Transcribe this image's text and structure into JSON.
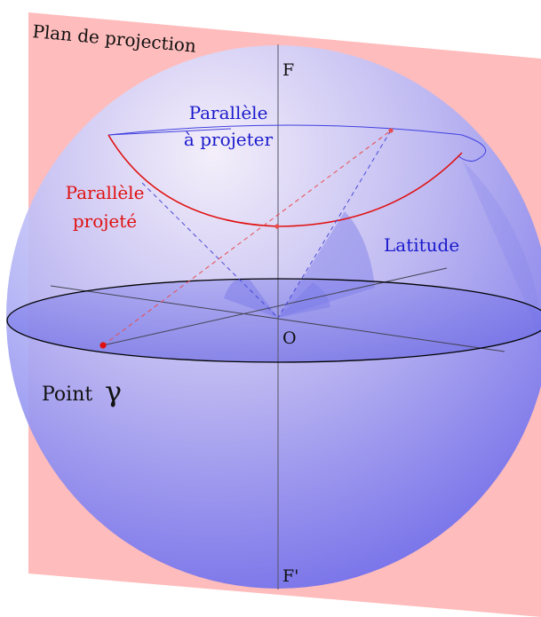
{
  "labels": {
    "plane": "Plan de projection",
    "north": "F",
    "south": "F'",
    "center": "O",
    "parallel_to_project": [
      "Parallèle",
      "à projeter"
    ],
    "projected_parallel": [
      "Parallèle",
      "projeté"
    ],
    "latitude": "Latitude",
    "point_text": "Point",
    "point_symbol": "γ"
  },
  "colors": {
    "plane_fill": "#ffbcbc",
    "sphere_light": "#e8e8ff",
    "sphere_dark": "#6f6fee",
    "equator": "#000000",
    "blue_text": "#1a1acc",
    "red_text": "#e01010",
    "projected_curve": "#e01010",
    "projection_lines": "#e64d4d",
    "parallel_line": "#4040e0"
  }
}
